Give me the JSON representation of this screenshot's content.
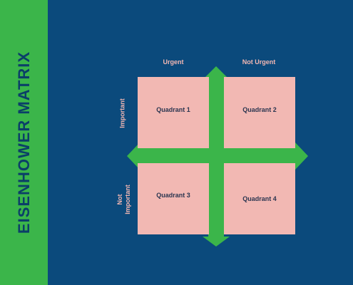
{
  "title": "EISENHOWER MATRIX",
  "columns": {
    "urgent": "Urgent",
    "not_urgent": "Not Urgent"
  },
  "rows": {
    "important": "Important",
    "not_important_line1": "Not",
    "not_important_line2": "Important"
  },
  "quadrants": [
    "Quadrant 1",
    "Quadrant 2",
    "Quadrant 3",
    "Quadrant 4"
  ],
  "colors": {
    "background": "#0b4a7c",
    "accent": "#3bb54a",
    "quadrant": "#f2b8b3",
    "label": "#f3b7b2"
  }
}
